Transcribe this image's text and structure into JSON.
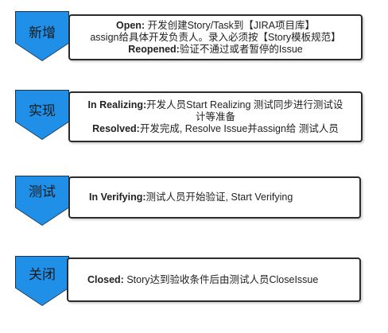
{
  "stages": [
    {
      "label": "新增",
      "lines": [
        {
          "key": "Open:",
          "text": " 开发创建Story/Task到【JIRA项目库】"
        },
        {
          "key": "",
          "text": "assign给具体开发负责人。录入必须按【Story模板规范】"
        },
        {
          "key": "Reopened:",
          "text": "验证不通过或者暂停的Issue"
        }
      ]
    },
    {
      "label": "实现",
      "lines": [
        {
          "key": "In Realizing:",
          "text": "开发人员Start Realizing 测试同步进行测试设"
        },
        {
          "key": "",
          "text": "计等准备"
        },
        {
          "key": "Resolved:",
          "text": "开发完成, Resolve Issue并assign给 测试人员"
        }
      ]
    },
    {
      "label": "测试",
      "lines": [
        {
          "key": "In Verifying:",
          "text": "测试人员开始验证, Start Verifying"
        }
      ]
    },
    {
      "label": "关闭",
      "lines": [
        {
          "key": "Closed:",
          "text": "  Story达到验收条件后由测试人员CloseIssue"
        }
      ]
    }
  ]
}
